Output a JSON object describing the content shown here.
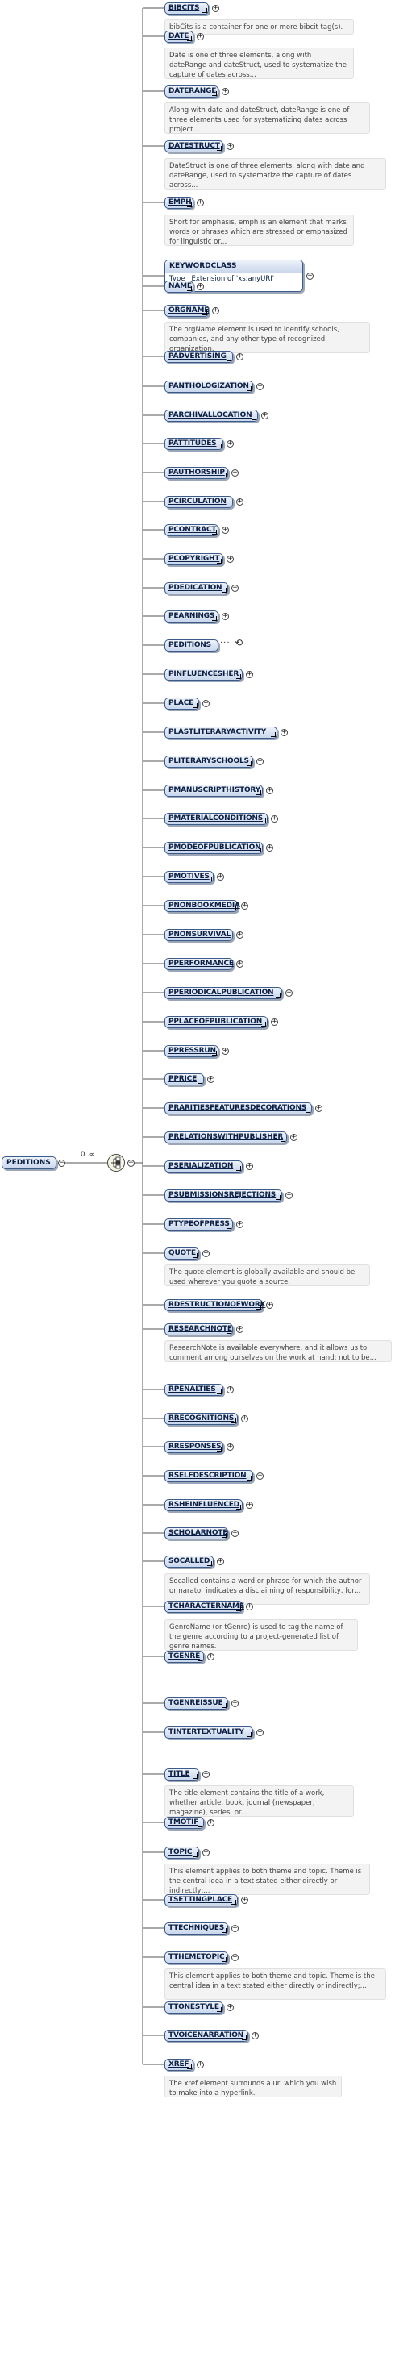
{
  "root": {
    "name": "PEDITIONS",
    "cardinality": "0..∞"
  },
  "keyword_labels": {
    "type_key": "Type",
    "type_value": "Extension of 'xs:anyURI'"
  },
  "children": [
    {
      "name": "BIBCITS",
      "doc": "bibCits is a container for one or more bibcit tag(s)."
    },
    {
      "name": "DATE",
      "doc": "Date is one of three elements, along with dateRange and dateStruct, used to systematize the capture of dates across..."
    },
    {
      "name": "DATERANGE",
      "doc": "Along with date and dateStruct, dateRange is one of three elements used for systematizing dates across project..."
    },
    {
      "name": "DATESTRUCT",
      "doc": "DateStruct is one of three elements, along with date and dateRange, used to systematize the capture of dates across..."
    },
    {
      "name": "EMPH",
      "doc": "Short for emphasis, emph is an element that marks words or phrases which are stressed or emphasized for linguistic or..."
    },
    {
      "name": "KEYWORDCLASS",
      "doc": "",
      "kind": "keyword"
    },
    {
      "name": "NAME",
      "doc": ""
    },
    {
      "name": "ORGNAME",
      "doc": "The orgName element is used to identify schools, companies, and any other type of recognized organization."
    },
    {
      "name": "PADVERTISING",
      "doc": ""
    },
    {
      "name": "PANTHOLOGIZATION",
      "doc": ""
    },
    {
      "name": "PARCHIVALLOCATION",
      "doc": ""
    },
    {
      "name": "PATTITUDES",
      "doc": ""
    },
    {
      "name": "PAUTHORSHIP",
      "doc": ""
    },
    {
      "name": "PCIRCULATION",
      "doc": ""
    },
    {
      "name": "PCONTRACT",
      "doc": ""
    },
    {
      "name": "PCOPYRIGHT",
      "doc": ""
    },
    {
      "name": "PDEDICATION",
      "doc": ""
    },
    {
      "name": "PEARNINGS",
      "doc": ""
    },
    {
      "name": "PEDITIONS",
      "doc": "",
      "kind": "recursive"
    },
    {
      "name": "PINFLUENCESHER",
      "doc": ""
    },
    {
      "name": "PLACE",
      "doc": ""
    },
    {
      "name": "PLASTLITERARYACTIVITY",
      "doc": ""
    },
    {
      "name": "PLITERARYSCHOOLS",
      "doc": ""
    },
    {
      "name": "PMANUSCRIPTHISTORY",
      "doc": ""
    },
    {
      "name": "PMATERIALCONDITIONS",
      "doc": ""
    },
    {
      "name": "PMODEOFPUBLICATION",
      "doc": ""
    },
    {
      "name": "PMOTIVES",
      "doc": ""
    },
    {
      "name": "PNONBOOKMEDIA",
      "doc": ""
    },
    {
      "name": "PNONSURVIVAL",
      "doc": ""
    },
    {
      "name": "PPERFORMANCE",
      "doc": ""
    },
    {
      "name": "PPERIODICALPUBLICATION",
      "doc": ""
    },
    {
      "name": "PPLACEOFPUBLICATION",
      "doc": ""
    },
    {
      "name": "PPRESSRUN",
      "doc": ""
    },
    {
      "name": "PPRICE",
      "doc": ""
    },
    {
      "name": "PRARITIESFEATURESDECORATIONS",
      "doc": ""
    },
    {
      "name": "PRELATIONSWITHPUBLISHER",
      "doc": ""
    },
    {
      "name": "PSERIALIZATION",
      "doc": ""
    },
    {
      "name": "PSUBMISSIONSREJECTIONS",
      "doc": ""
    },
    {
      "name": "PTYPEOFPRESS",
      "doc": ""
    },
    {
      "name": "QUOTE",
      "doc": "The quote element is globally available and should be used wherever you quote a source."
    },
    {
      "name": "RDESTRUCTIONOFWORK",
      "doc": ""
    },
    {
      "name": "RESEARCHNOTE",
      "doc": "ResearchNote is available everywhere, and it allows us to comment among ourselves on the work at hand; not to be..."
    },
    {
      "name": "RPENALTIES",
      "doc": ""
    },
    {
      "name": "RRECOGNITIONS",
      "doc": ""
    },
    {
      "name": "RRESPONSES",
      "doc": ""
    },
    {
      "name": "RSELFDESCRIPTION",
      "doc": ""
    },
    {
      "name": "RSHEINFLUENCED",
      "doc": ""
    },
    {
      "name": "SCHOLARNOTE",
      "doc": ""
    },
    {
      "name": "SOCALLED",
      "doc": "Socalled contains a word or phrase for which the author or narator indicates a disclaiming of responsibility, for..."
    },
    {
      "name": "TCHARACTERNAME",
      "doc": ""
    },
    {
      "name": "TGENRE",
      "doc": "GenreName (or tGenre) is used to tag the name of the genre according to a project-generated list of genre names."
    },
    {
      "name": "TGENREISSUE",
      "doc": ""
    },
    {
      "name": "TINTERTEXTUALITY",
      "doc": ""
    },
    {
      "name": "TITLE",
      "doc": "The title element contains the title of a work, whether article, book, journal (newspaper, magazine), series, or..."
    },
    {
      "name": "TMOTIF",
      "doc": ""
    },
    {
      "name": "TOPIC",
      "doc": "This element applies to both theme and topic. Theme is the central idea in a text stated either directly or indirectly;..."
    },
    {
      "name": "TSETTINGPLACE",
      "doc": ""
    },
    {
      "name": "TTECHNIQUES",
      "doc": ""
    },
    {
      "name": "TTHEMETOPIC",
      "doc": "This element applies to both theme and topic. Theme is the central idea in a text stated either directly or indirectly;..."
    },
    {
      "name": "TTONESTYLE",
      "doc": ""
    },
    {
      "name": "TVOICENARRATION",
      "doc": ""
    },
    {
      "name": "XREF",
      "doc": "The xref element surrounds a url which you wish to make into a hyperlink."
    }
  ]
}
